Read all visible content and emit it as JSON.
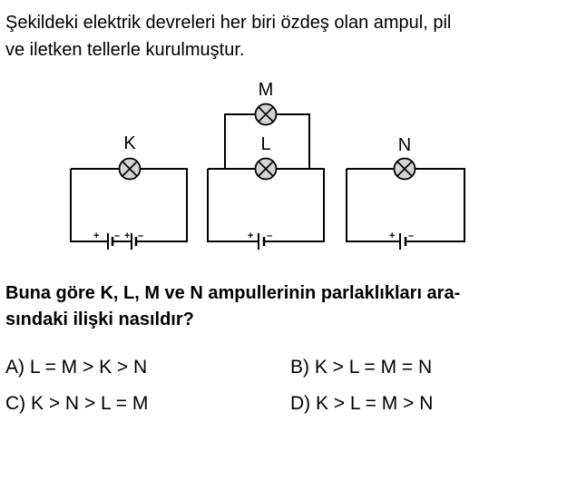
{
  "intro": {
    "line1": "Şekildeki elektrik devreleri her biri özdeş olan ampul, pil",
    "line2": "ve iletken tellerle kurulmuştur."
  },
  "diagram": {
    "bulb_labels": {
      "k": "K",
      "l": "L",
      "m": "M",
      "n": "N"
    },
    "plus_sign": "+",
    "minus_sign": "–"
  },
  "question": {
    "line1": "Buna göre K, L, M ve N ampullerinin parlaklıkları ara-",
    "line2": "sındaki ilişki nasıldır?"
  },
  "options": {
    "a": "A) L = M > K > N",
    "b": "B) K > L = M = N",
    "c": "C) K > N > L = M",
    "d": "D) K > L = M > N"
  }
}
